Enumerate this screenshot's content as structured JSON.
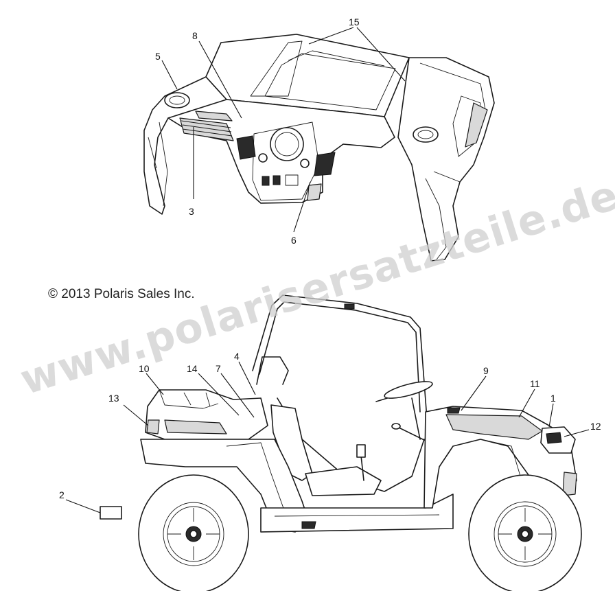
{
  "copyright": "© 2013 Polaris Sales Inc.",
  "watermark": "www.polarisersatzteile.de",
  "callouts": {
    "c1": "1",
    "c2": "2",
    "c3": "3",
    "c4": "4",
    "c5": "5",
    "c6": "6",
    "c7": "7",
    "c8": "8",
    "c9": "9",
    "c10": "10",
    "c11": "11",
    "c12": "12",
    "c13": "13",
    "c14": "14",
    "c15": "15"
  }
}
